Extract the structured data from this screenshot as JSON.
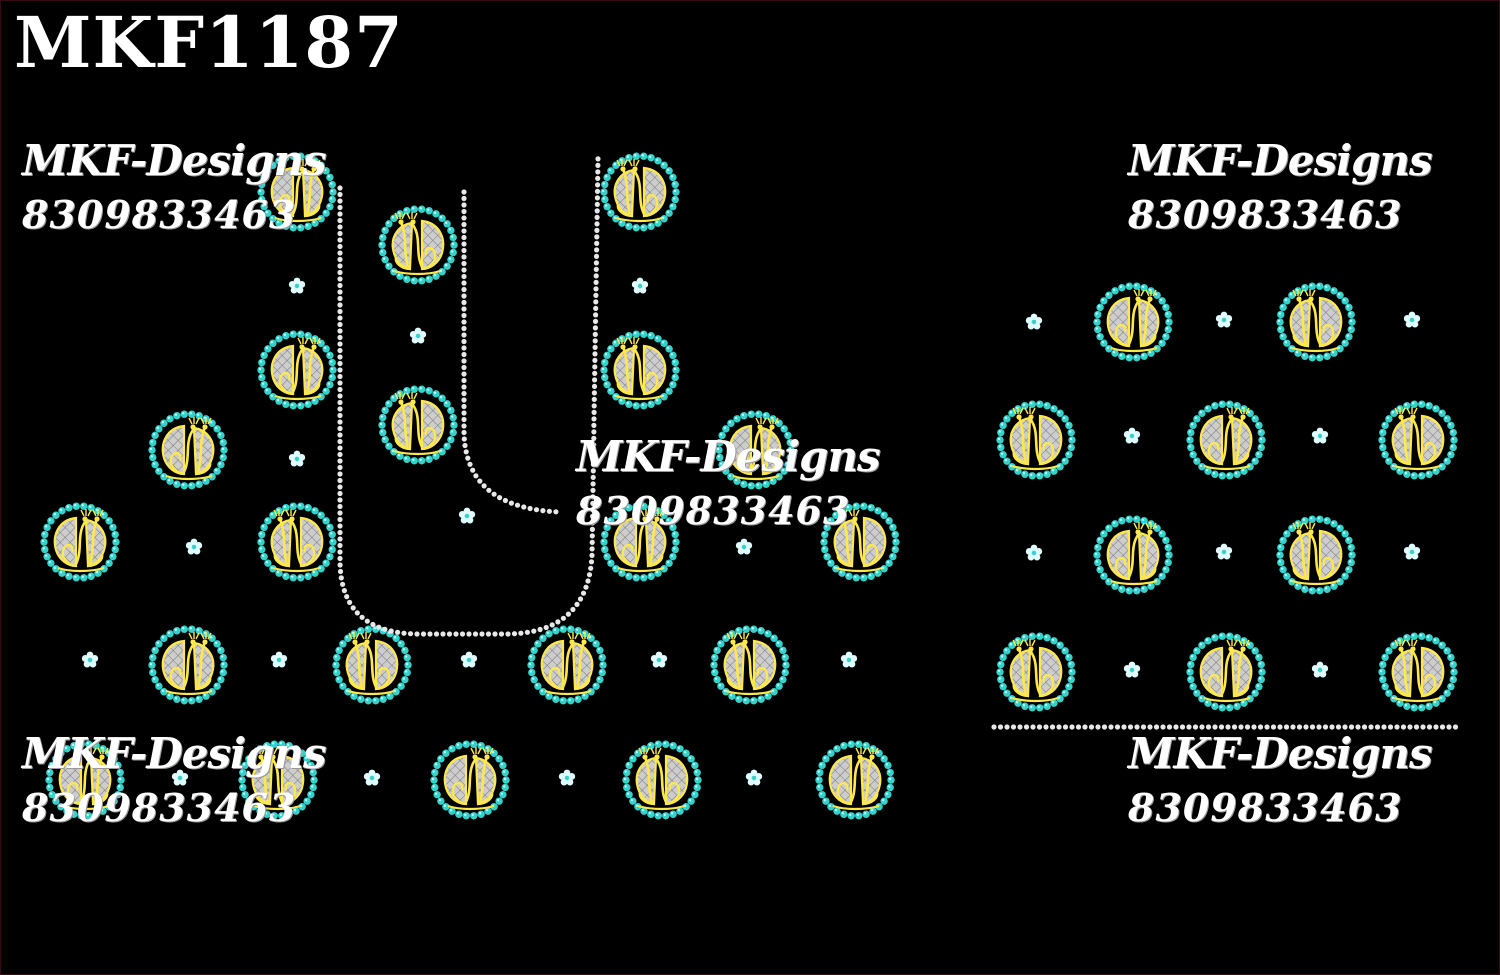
{
  "design_code": "MKF1187",
  "watermarks": [
    {
      "brand": "MKF-Designs",
      "phone": "8309833463"
    },
    {
      "brand": "MKF-Designs",
      "phone": "8309833463"
    },
    {
      "brand": "MKF-Designs",
      "phone": "8309833463"
    },
    {
      "brand": "MKF-Designs",
      "phone": "8309833463"
    },
    {
      "brand": "MKF-Designs",
      "phone": "8309833463"
    }
  ],
  "colors": {
    "background": "#000000",
    "bead_ring": "#35d2cc",
    "bead_highlight": "#b8fffb",
    "peacock_outline": "#ffe94a",
    "peacock_fill": "#cfcfcf",
    "pearl": "#e8e8e8",
    "flower": "#dffcff"
  },
  "motif": {
    "name": "peacock-pair-motif",
    "icon": "peacock-pair-icon"
  }
}
